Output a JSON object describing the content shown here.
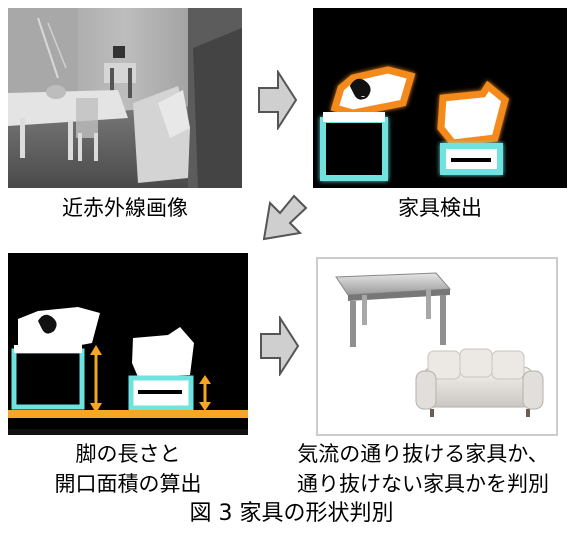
{
  "captions": {
    "nir_image": "近赤外線画像",
    "furniture_detection": "家具検出",
    "leg_length_line1": "脚の長さと",
    "leg_length_line2": "開口面積の算出",
    "airflow_line1": "気流の通り抜ける家具か、",
    "airflow_line2": "通り抜けない家具かを判別"
  },
  "figure_caption": "図 3 家具の形状判別",
  "colors": {
    "highlight_orange": "#f58a1f",
    "highlight_cyan": "#6fe3e0",
    "floor_line": "#f5a623",
    "arrow_fill": "#cfcfcf",
    "arrow_stroke": "#555555"
  }
}
